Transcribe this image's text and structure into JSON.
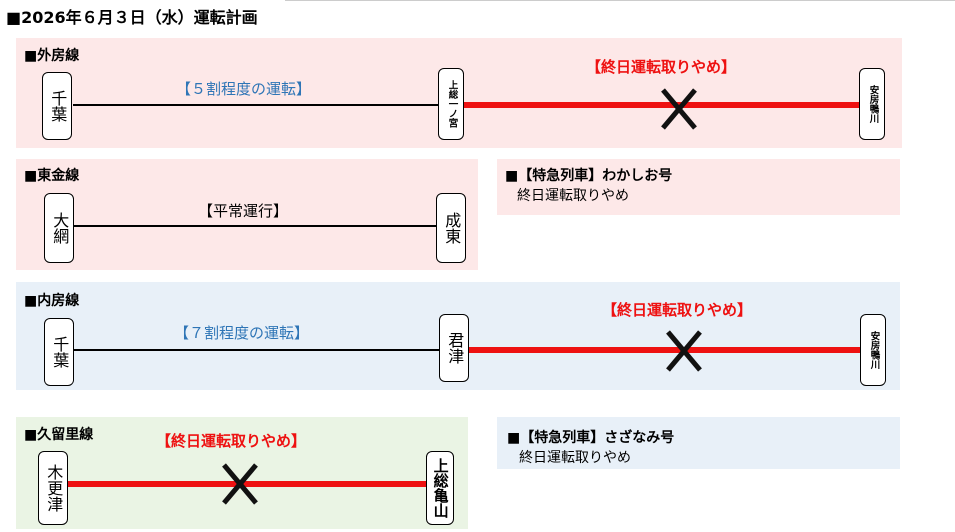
{
  "title": "■2026年６月３日（水）運転計画",
  "sotobo": {
    "label": "■外房線",
    "from": "千葉",
    "mid": "上総一ノ宮",
    "to": "安房鴨川",
    "seg1": "【５割程度の運転】",
    "seg2": "【終日運転取りやめ】"
  },
  "togane": {
    "label": "■東金線",
    "from": "大網",
    "to": "成東",
    "seg1": "【平常運行】"
  },
  "wakashio": {
    "heading": "■【特急列車】わかしお号",
    "detail": "終日運転取りやめ"
  },
  "uchibo": {
    "label": "■内房線",
    "from": "千葉",
    "mid": "君津",
    "to": "安房鴨川",
    "seg1": "【７割程度の運転】",
    "seg2": "【終日運転取りやめ】"
  },
  "kururi": {
    "label": "■久留里線",
    "from": "木更津",
    "to": "上総亀山",
    "seg1": "【終日運転取りやめ】"
  },
  "sazanami": {
    "heading": "■【特急列車】さざなみ号",
    "detail": "終日運転取りやめ"
  },
  "colors": {
    "suspended": "#ee1111",
    "partial_text": "#2e75b6",
    "pink_panel": "#fde8e8",
    "blue_panel": "#e8f0f8",
    "green_panel": "#eaf4e4"
  }
}
